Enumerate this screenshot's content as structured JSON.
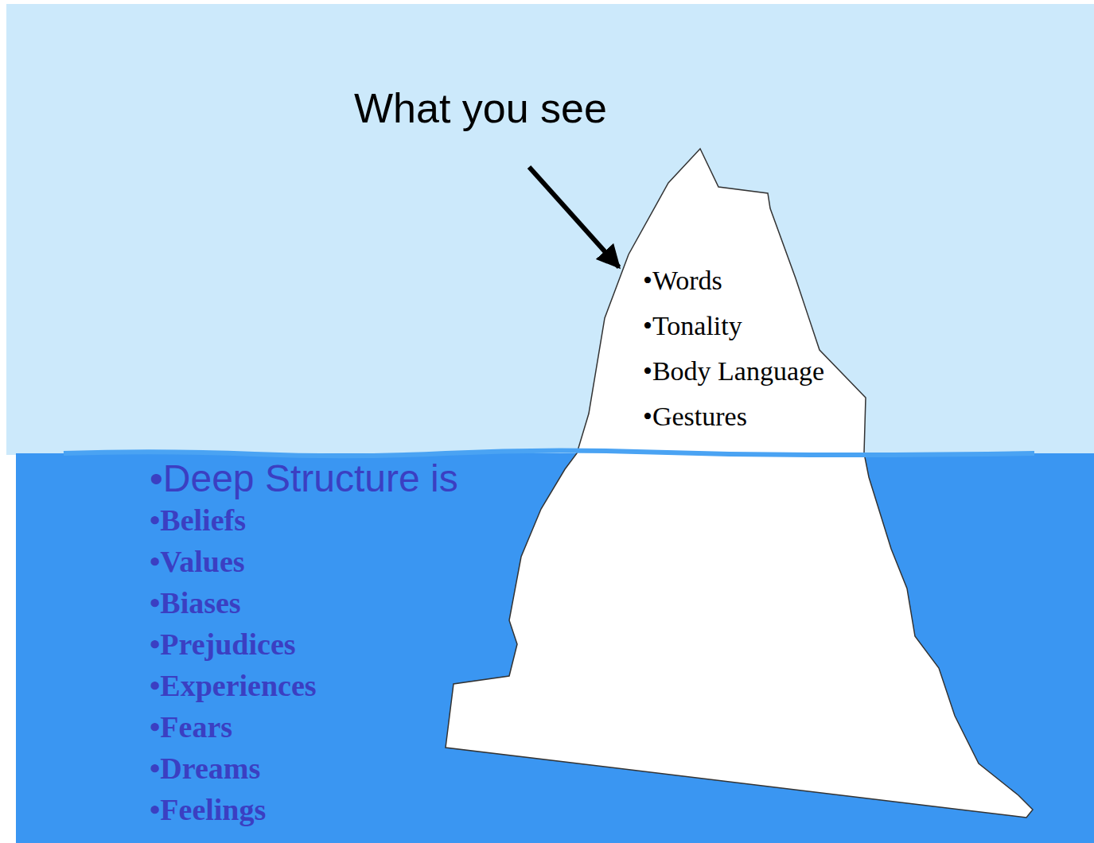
{
  "diagram": {
    "nodes": [
      {
        "text": [
          "•Words",
          "•Tonality",
          "•Body Language",
          "•Gestures"
        ]
      }
    ],
    "labels": [
      "What you see",
      "•Deep Structure is",
      "•Beliefs",
      "•Values",
      "•Biases",
      "•Prejudices",
      "•Experiences",
      "•Fears",
      "•Dreams",
      "•Feelings"
    ]
  }
}
